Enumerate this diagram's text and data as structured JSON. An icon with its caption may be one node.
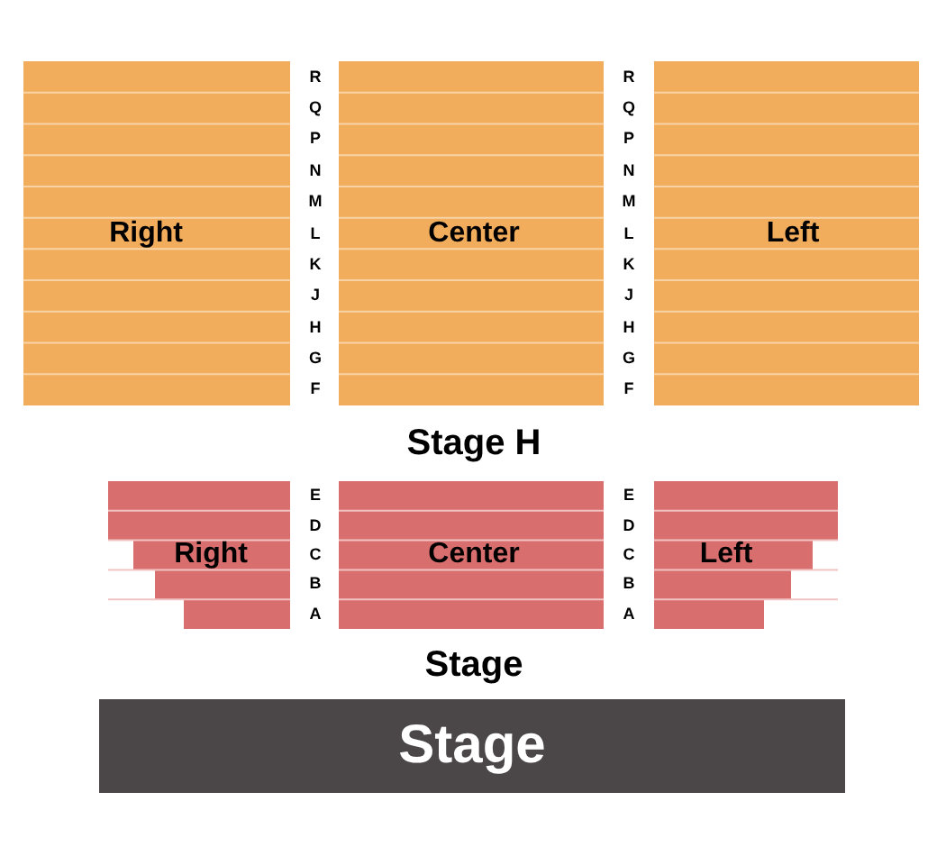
{
  "diagram": {
    "nodes": [
      {
        "text": [
          "Right"
        ]
      },
      {
        "text": [
          "Center"
        ]
      },
      {
        "text": [
          "Left"
        ]
      },
      {
        "text": [
          "Right"
        ]
      },
      {
        "text": [
          "Center"
        ]
      },
      {
        "text": [
          "Left"
        ]
      },
      {
        "text": [
          "Stage"
        ]
      }
    ],
    "edges": [],
    "labels": [
      "R",
      "R",
      "Q",
      "Q",
      "P",
      "P",
      "N",
      "N",
      "M",
      "M",
      "L",
      "L",
      "K",
      "K",
      "J",
      "J",
      "H",
      "H",
      "G",
      "G",
      "F",
      "F",
      "Stage H",
      "E",
      "E",
      "D",
      "D",
      "C",
      "C",
      "B",
      "B",
      "A",
      "A",
      "Stage"
    ]
  }
}
